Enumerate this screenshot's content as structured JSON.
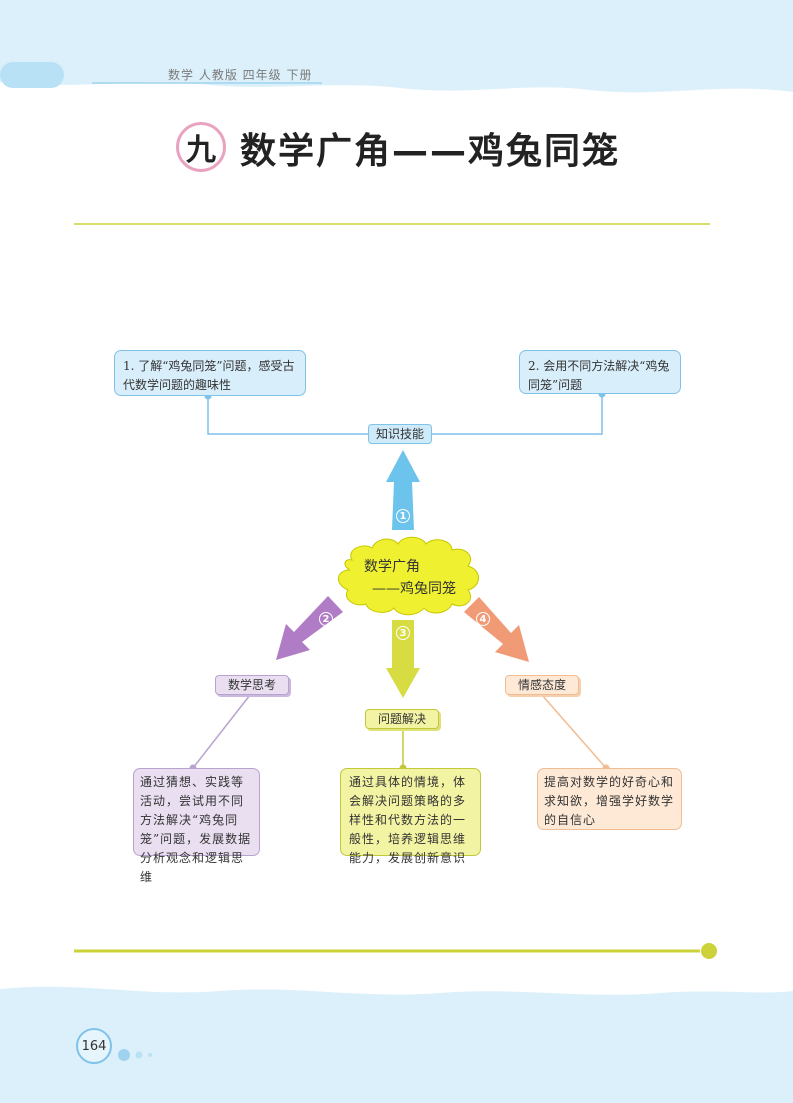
{
  "header": {
    "book_info": "数学  人教版  四年级  下册"
  },
  "title": {
    "chapter_number": "九",
    "chapter_title": "数学广角——鸡兔同笼"
  },
  "center": {
    "line1": "数学广角",
    "line2": "——鸡兔同笼"
  },
  "branches": {
    "knowledge": {
      "number": "1",
      "label": "知识技能",
      "goal1": "1. 了解“鸡兔同笼”问题，感受古代数学问题的趣味性",
      "goal2": "2. 会用不同方法解决“鸡兔同笼”问题"
    },
    "thinking": {
      "number": "2",
      "label": "数学思考",
      "text": "通过猜想、实践等活动，尝试用不同方法解决“鸡兔同笼”问题，发展数据分析观念和逻辑思维"
    },
    "solving": {
      "number": "3",
      "label": "问题解决",
      "text": "通过具体的情境，体会解决问题策略的多样性和代数方法的一般性，培养逻辑思维能力，发展创新意识"
    },
    "attitude": {
      "number": "4",
      "label": "情感态度",
      "text": "提高对数学的好奇心和求知欲，增强学好数学的自信心"
    }
  },
  "footer": {
    "page_number": "164"
  },
  "colors": {
    "wave_blue": "#dcf0fb",
    "rule_yellow": "#cdd23a",
    "arrow_blue": "#6cc3ec",
    "arrow_purple": "#b07cc6",
    "arrow_yellow": "#d6dc42",
    "arrow_orange": "#f19a76"
  }
}
